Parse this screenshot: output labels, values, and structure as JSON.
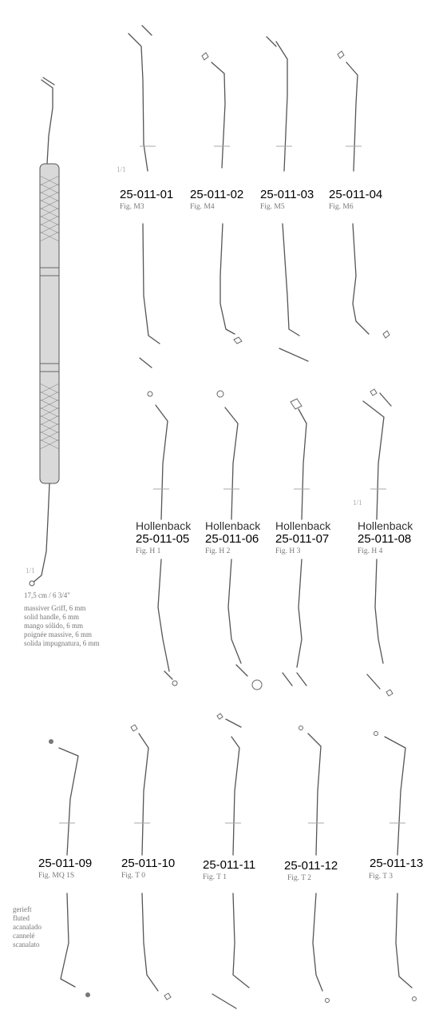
{
  "main_instrument": {
    "scale_text": "1/1",
    "size_text": "17,5 cm / 6 3/4\"",
    "handle_lines": [
      "massiver Griff, 6 mm",
      "solid handle, 6 mm",
      "mango sólido, 6 mm",
      "poignée massive, 6 mm",
      "solida impugnatura, 6 mm"
    ]
  },
  "section1": {
    "scale_text": "1/1",
    "items": [
      {
        "code": "25-011-01",
        "fig": "Fig. M3"
      },
      {
        "code": "25-011-02",
        "fig": "Fig. M4"
      },
      {
        "code": "25-011-03",
        "fig": "Fig. M5"
      },
      {
        "code": "25-011-04",
        "fig": "Fig. M6"
      }
    ]
  },
  "section2": {
    "scale_text": "1/1",
    "items": [
      {
        "name": "Hollenback",
        "code": "25-011-05",
        "fig": "Fig. H 1"
      },
      {
        "name": "Hollenback",
        "code": "25-011-06",
        "fig": "Fig. H 2"
      },
      {
        "name": "Hollenback",
        "code": "25-011-07",
        "fig": "Fig. H 3"
      },
      {
        "name": "Hollenback",
        "code": "25-011-08",
        "fig": "Fig. H 4"
      }
    ]
  },
  "section3": {
    "items": [
      {
        "code": "25-011-09",
        "fig": "Fig. MQ 1S"
      },
      {
        "code": "25-011-10",
        "fig": "Fig. T 0"
      },
      {
        "code": "25-011-11",
        "fig": "Fig. T 1"
      },
      {
        "code": "25-011-12",
        "fig": "Fig. T 2"
      },
      {
        "code": "25-011-13",
        "fig": "Fig. T 3"
      }
    ],
    "fluted_lines": [
      "gerieft",
      "fluted",
      "acanalado",
      "cannelé",
      "scanalato"
    ]
  }
}
